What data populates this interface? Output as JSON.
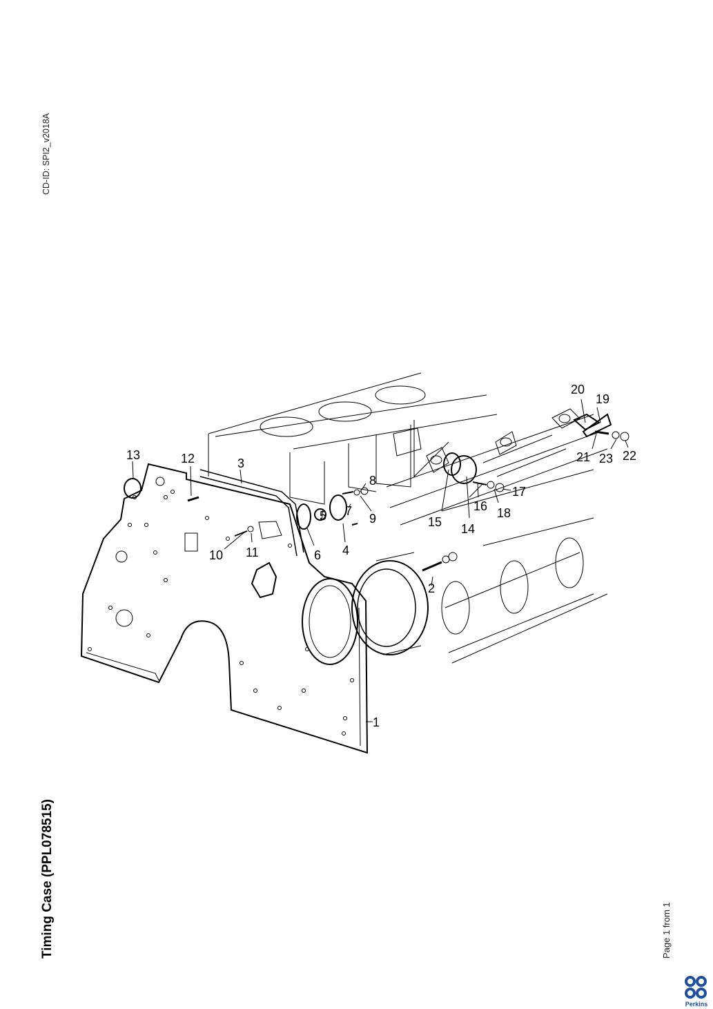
{
  "side_text": {
    "cd_id": "CD-ID: SPI2_v2018A",
    "title": "Timing Case (PPL078515)",
    "page": "Page 1 from 1"
  },
  "brand": {
    "name": "Perkins",
    "color": "#1f4fa3",
    "logo_icon": "perkins-logo-icon"
  },
  "callouts": [
    "1",
    "2",
    "3",
    "4",
    "5",
    "6",
    "7",
    "8",
    "9",
    "10",
    "11",
    "12",
    "13",
    "14",
    "15",
    "16",
    "17",
    "18",
    "19",
    "20",
    "21",
    "22",
    "23"
  ]
}
